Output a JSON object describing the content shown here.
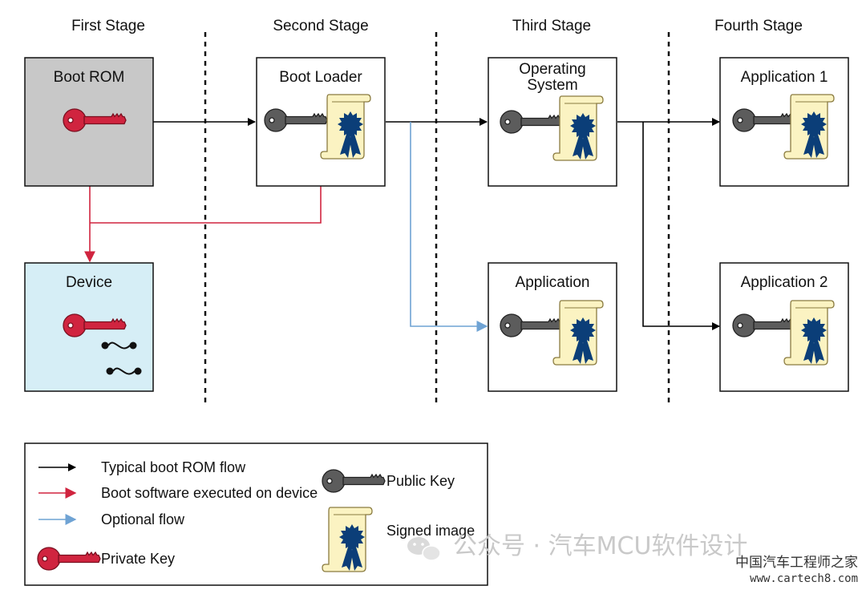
{
  "stages": [
    "First Stage",
    "Second Stage",
    "Third Stage",
    "Fourth Stage"
  ],
  "boxes": {
    "boot_rom": "Boot ROM",
    "boot_loader": "Boot Loader",
    "os_line1": "Operating",
    "os_line2": "System",
    "application_1": "Application 1",
    "device": "Device",
    "application": "Application",
    "application_2": "Application 2"
  },
  "legend": {
    "typical_flow": "Typical boot ROM flow",
    "boot_software": "Boot software executed on device",
    "optional_flow": "Optional flow",
    "private_key": "Private Key",
    "public_key": "Public Key",
    "signed_image": "Signed image"
  },
  "watermark": {
    "text": "公众号 · 汽车MCU软件设计",
    "site_name": "中国汽车工程师之家",
    "site_url": "www.cartech8.com"
  },
  "colors": {
    "flow_black": "#000000",
    "flow_red": "#d0243f",
    "flow_blue": "#6fa3d4",
    "boot_rom_fill": "#c8c8c8",
    "device_fill": "#d6eef6",
    "private_key": "#d0243f",
    "public_key": "#5c5c5c",
    "scroll_fill": "#fbf3c2",
    "ribbon": "#0b3e78"
  }
}
